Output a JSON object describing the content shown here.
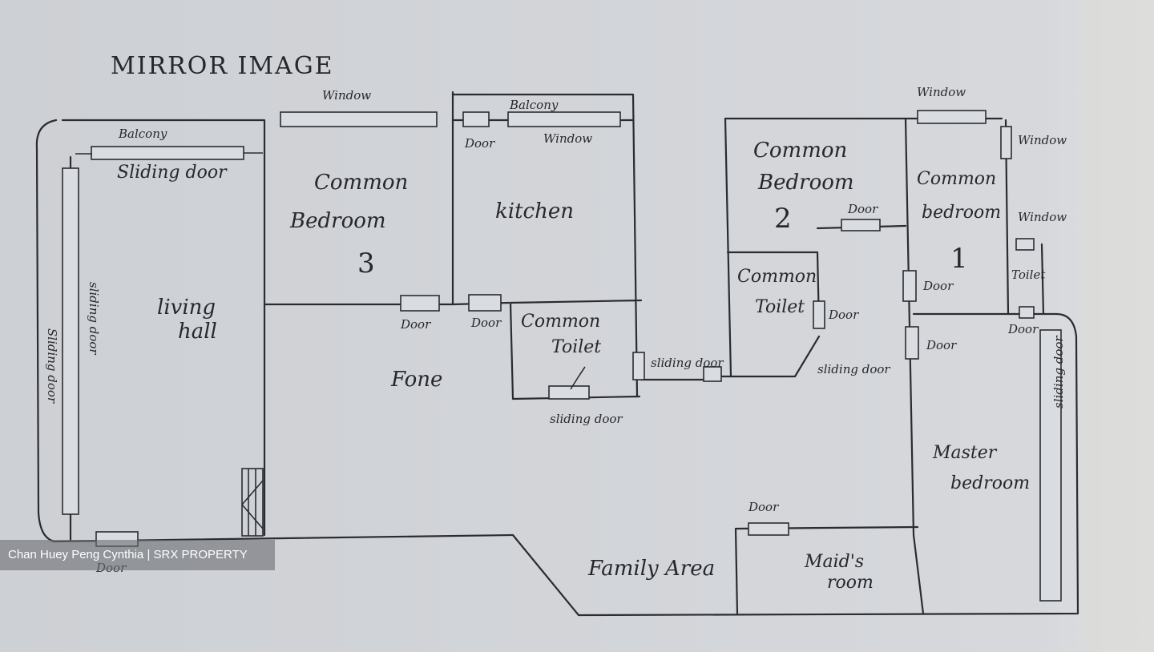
{
  "title": "MIRROR IMAGE",
  "rooms": {
    "common_bedroom_3": [
      "Common",
      "Bedroom",
      "3"
    ],
    "kitchen": "kitchen",
    "living_hall": [
      "living",
      "hall"
    ],
    "fone": "Fone",
    "common_toilet_left": [
      "Common",
      "Toilet"
    ],
    "common_bedroom_2": [
      "Common",
      "Bedroom",
      "2"
    ],
    "common_toilet_right": [
      "Common",
      "Toilet"
    ],
    "common_bedroom_1": [
      "Common",
      "bedroom",
      "1"
    ],
    "toilet": "Toilet",
    "master_bedroom": [
      "Master",
      "bedroom"
    ],
    "family_area": "Family Area",
    "maids_room": [
      "Maid's",
      "room"
    ]
  },
  "labels": {
    "window": "Window",
    "balcony": "Balcony",
    "sliding_door": "Sliding door",
    "door": "Door",
    "sliding_door_vertical": "Sliding door",
    "sliding_door_short": "sliding door",
    "sliding_door_mirror": "sliding door",
    "bedroom_side": "Window"
  },
  "credit": "Chan Huey Peng Cynthia | SRX PROPERTY",
  "colors": {
    "paper": "#cfd2d6",
    "ink": "#2a2c31"
  }
}
